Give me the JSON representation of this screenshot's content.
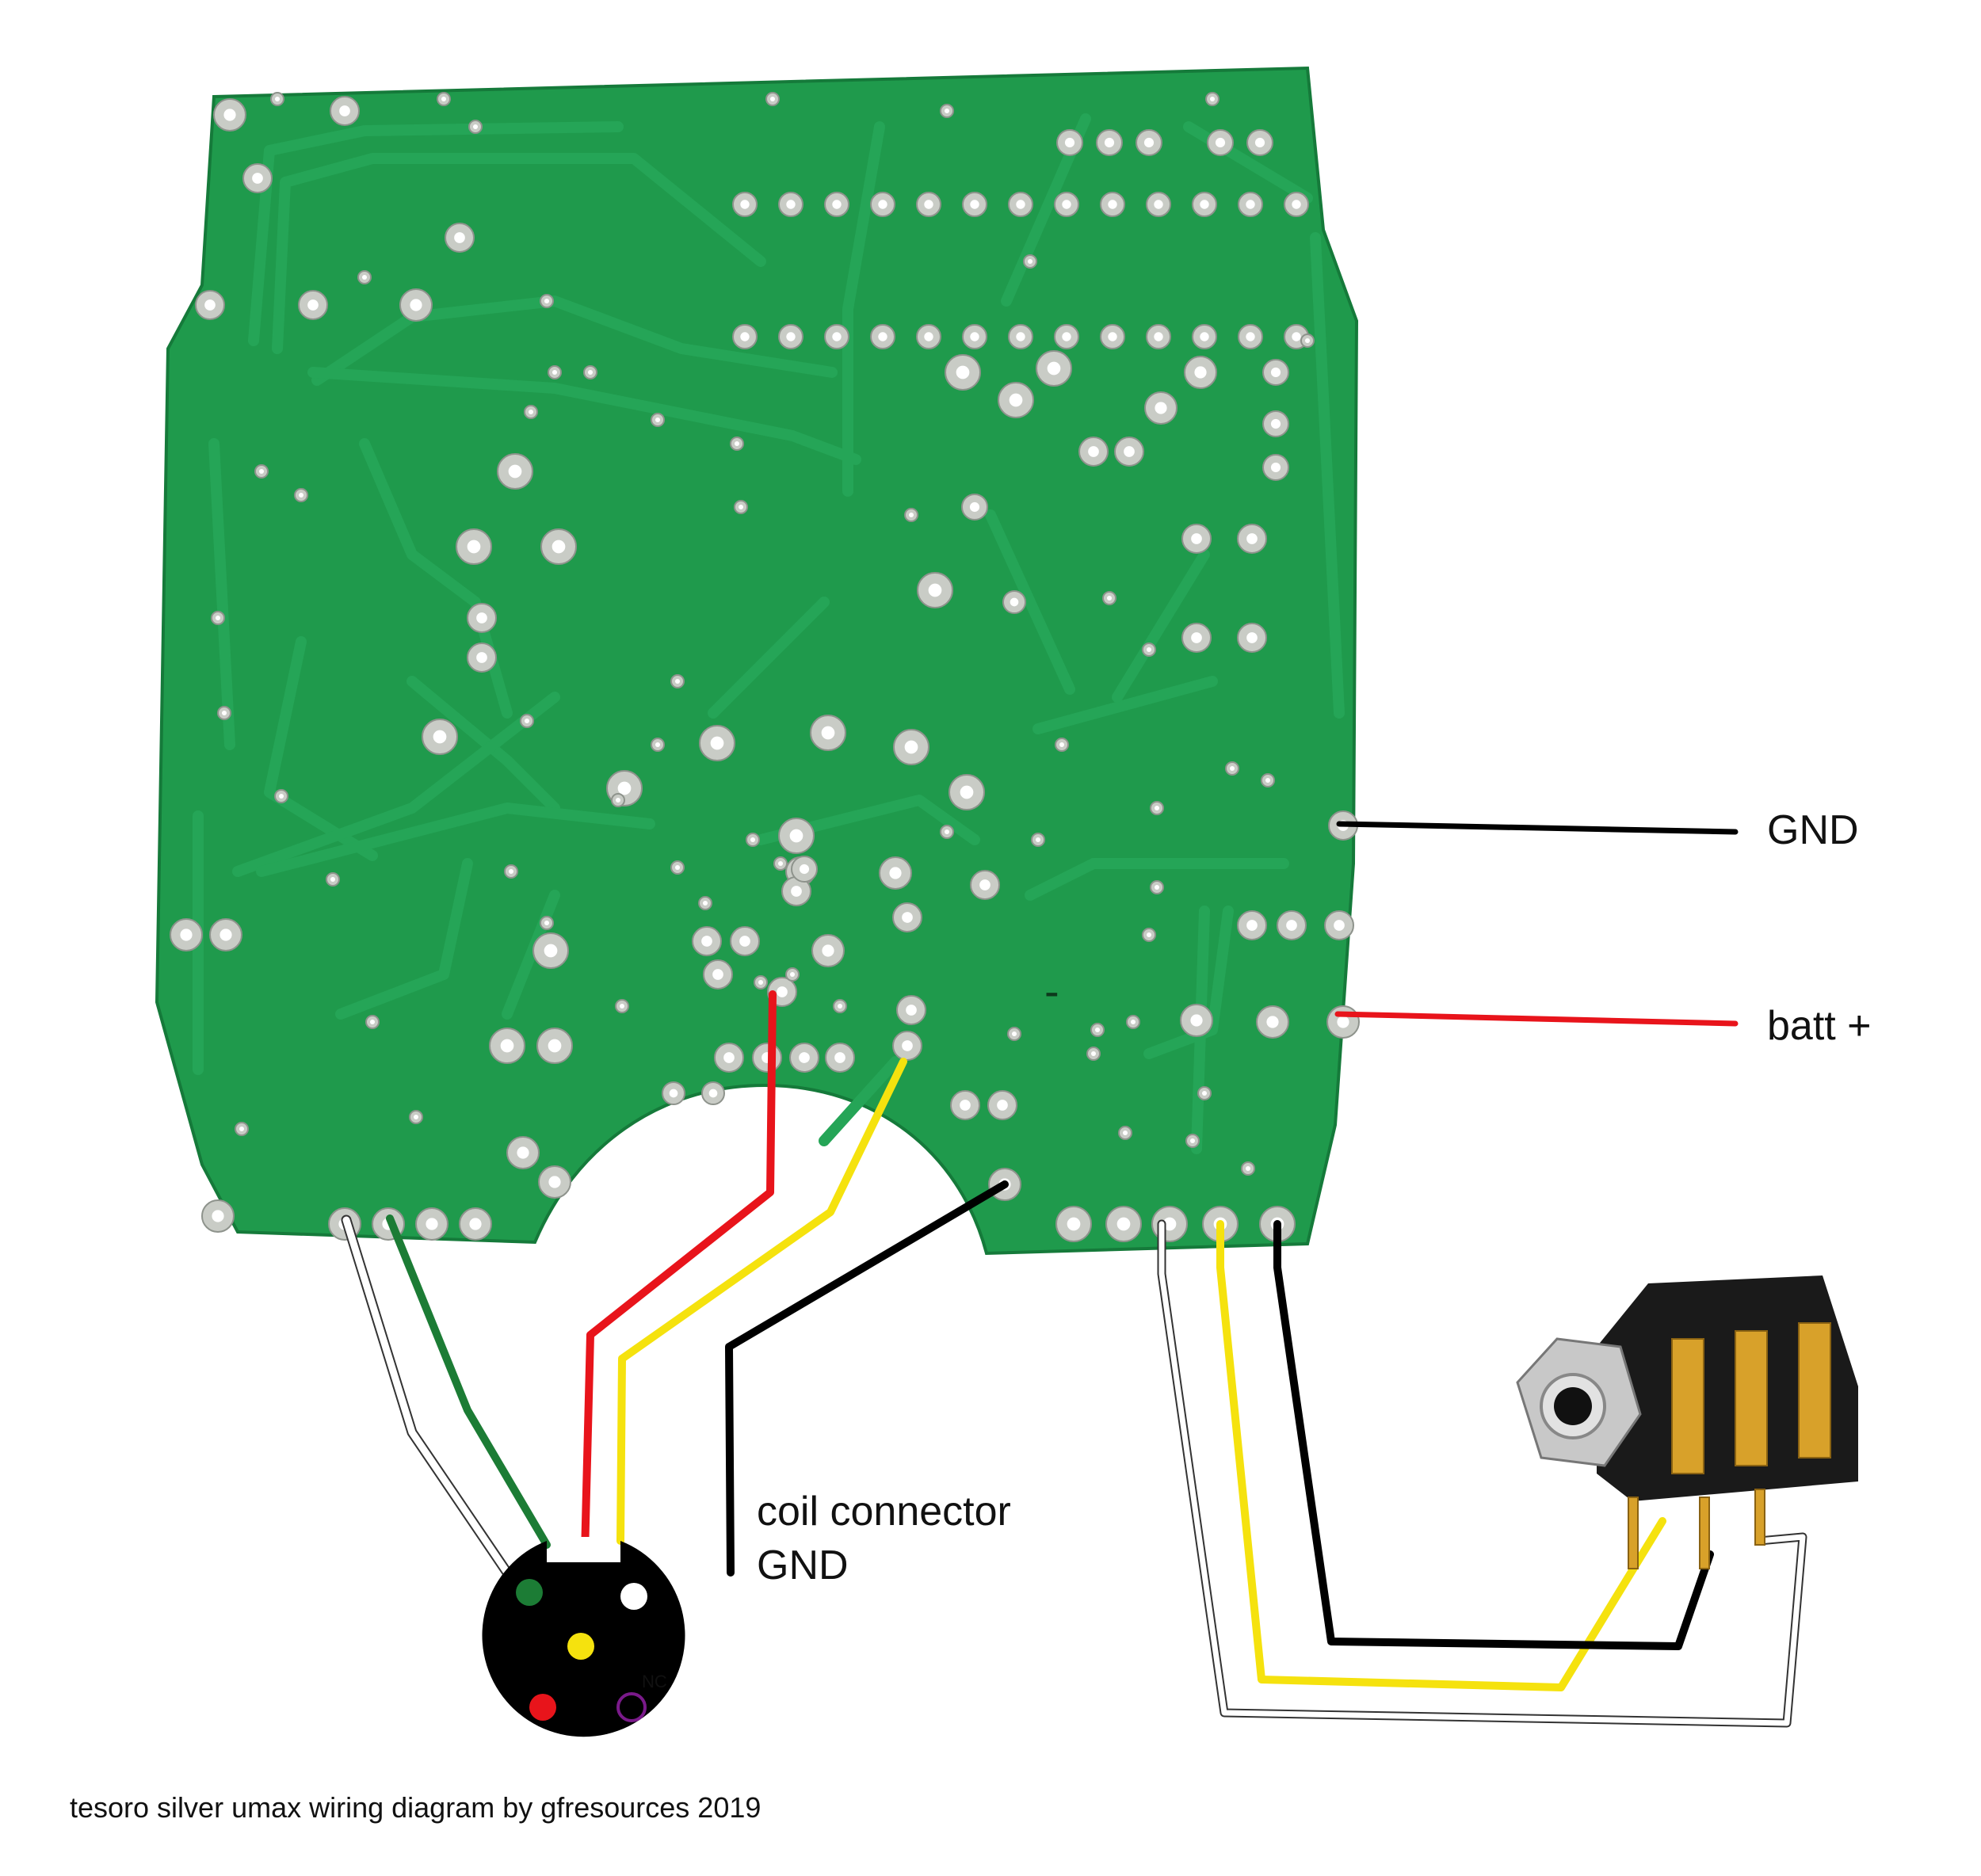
{
  "labels": {
    "gnd": "GND",
    "batt": "batt +",
    "coil_connector_line1": "coil connector",
    "coil_connector_line2": "GND",
    "nc": "NC",
    "caption": "tesoro silver umax wiring diagram by gfresources 2019",
    "minus_mark": "-"
  },
  "colors": {
    "pcb": "#1f9a4c",
    "pcb_dark": "#157a3a",
    "trace": "#25a557",
    "pad": "#c9ccc6",
    "pad_hole": "#ffffff",
    "wire_black": "#000000",
    "wire_red": "#e8141b",
    "wire_yellow": "#f5e20e",
    "wire_green": "#1c7c35",
    "wire_white": "#ffffff",
    "wire_outline": "#333333",
    "connector_body": "#000000",
    "pin_green": "#1c7c35",
    "pin_white": "#ffffff",
    "pin_yellow": "#f5e20e",
    "pin_red": "#e8141b",
    "pin_nc_purple": "#7a1a8a",
    "jack_gold": "#d8a12a",
    "jack_body": "#1a1a1a",
    "jack_nut": "#c8c8c8"
  },
  "icons": {
    "pcb": "circuit-board-icon",
    "coil_connector": "round-5-pin-connector-icon",
    "jack": "stereo-headphone-jack-icon"
  }
}
